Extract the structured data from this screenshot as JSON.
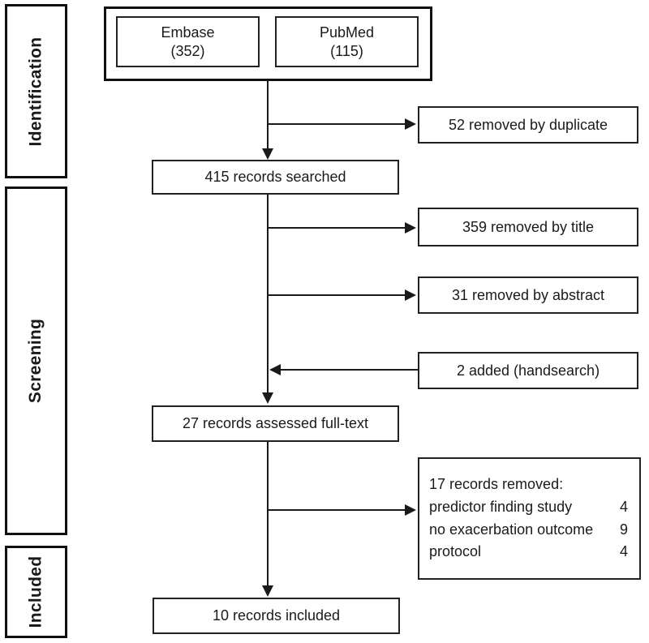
{
  "diagram": {
    "stages": [
      {
        "label": "Identification"
      },
      {
        "label": "Screening"
      },
      {
        "label": "Included"
      }
    ],
    "sources": [
      {
        "name": "Embase",
        "count": "(352)"
      },
      {
        "name": "PubMed",
        "count": "(115)"
      }
    ],
    "nodes": {
      "records_searched": "415 records searched",
      "records_assessed": "27 records assessed full-text",
      "records_included": "10 records included",
      "removed_duplicate": "52 removed by duplicate",
      "removed_title": "359 removed by title",
      "removed_abstract": "31 removed by abstract",
      "added_handsearch": "2 added (handsearch)",
      "removed_fulltext": {
        "title": "17 records removed:",
        "reasons": [
          {
            "label": "predictor finding study",
            "count": "4"
          },
          {
            "label": "no exacerbation outcome",
            "count": "9"
          },
          {
            "label": "protocol",
            "count": "4"
          }
        ]
      }
    },
    "colors": {
      "line": "#1a1a1a",
      "border": "#111111",
      "background": "#ffffff"
    }
  }
}
